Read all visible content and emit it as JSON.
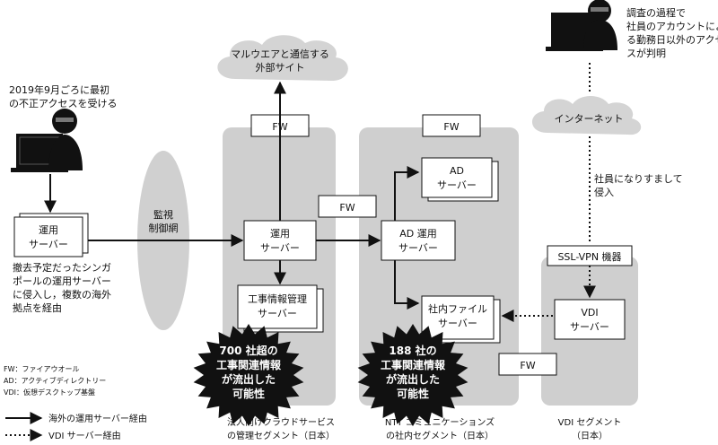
{
  "top_right_note": [
    "調査の過程で",
    "社員のアカウントによ",
    "る勤務日以外のアクセ",
    "スが判明"
  ],
  "top_left_note": [
    "2019年9月ごろに最初",
    "の不正アクセスを受ける"
  ],
  "cloud_external": [
    "マルウエアと通信する",
    "外部サイト"
  ],
  "cloud_internet": "インターネット",
  "fw_label": "FW",
  "monitor_network": [
    "監視",
    "制御網"
  ],
  "ops_server_left": [
    "運用",
    "サーバー"
  ],
  "ops_server_center": [
    "運用",
    "サーバー"
  ],
  "left_desc": [
    "撤去予定だったシンガ",
    "ポールの運用サーバー",
    "に侵入し，複数の海外",
    "拠点を経由"
  ],
  "construction_server": [
    "工事情報管理",
    "サーバー"
  ],
  "ad_server": [
    "AD",
    "サーバー"
  ],
  "ad_ops_server": [
    "AD 運用",
    "サーバー"
  ],
  "file_server": [
    "社内ファイル",
    "サーバー"
  ],
  "vdi_server": [
    "VDI",
    "サーバー"
  ],
  "ssl_vpn": "SSL-VPN 機器",
  "impersonate": [
    "社員になりすまして",
    "侵入"
  ],
  "badge_700": [
    "700 社超の",
    "工事関連情報",
    "が流出した",
    "可能性"
  ],
  "badge_188": [
    "188 社の",
    "工事関連情報",
    "が流出した",
    "可能性"
  ],
  "abbr": [
    "FW：ファイアウオール",
    "AD：アクティブディレクトリー",
    "VDI：仮想デスクトップ基盤"
  ],
  "legend": {
    "solid": "海外の運用サーバー経由",
    "dotted": "VDI サーバー経由"
  },
  "segment_cloud": [
    "法人向けクラウドサービス",
    "の管理セグメント（日本）"
  ],
  "segment_ntt": [
    "NTT コミュニケーションズ",
    "の社内セグメント（日本）"
  ],
  "segment_vdi": [
    "VDI セグメント",
    "（日本）"
  ],
  "colors": {
    "segment": "#d0d0d0",
    "dark": "#1a1a1a",
    "fw_box": "#ffffff"
  }
}
